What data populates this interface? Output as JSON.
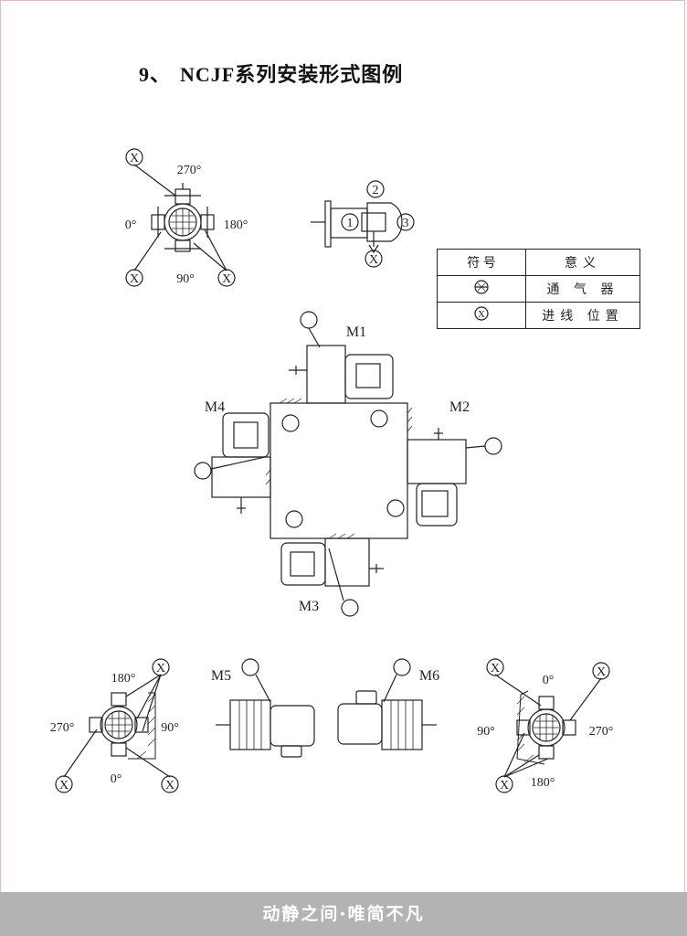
{
  "title": {
    "number": "9、",
    "text": "NCJF系列安装形式图例"
  },
  "legend": {
    "header": [
      "符 号",
      "意义"
    ],
    "rows": [
      {
        "symbol_icon": "vent-symbol-icon",
        "meaning": "通 气 器"
      },
      {
        "symbol_icon": "x-circle-icon",
        "meaning": "进线 位置"
      }
    ]
  },
  "top_left_diagram": {
    "angles": {
      "top": "270°",
      "left": "0°",
      "right": "180°",
      "bottom": "90°"
    },
    "marker": "X"
  },
  "side_view": {
    "markers": [
      "1",
      "2",
      "3"
    ],
    "marker_x": "X"
  },
  "mount_labels": {
    "m1": "M1",
    "m2": "M2",
    "m3": "M3",
    "m4": "M4",
    "m5": "M5",
    "m6": "M6"
  },
  "bottom_left_diagram": {
    "angles": {
      "top": "180°",
      "left": "270°",
      "right": "90°",
      "bottom": "0°"
    }
  },
  "bottom_right_diagram": {
    "angles": {
      "top": "0°",
      "left": "90°",
      "right": "270°",
      "bottom": "180°"
    }
  },
  "footer": {
    "slogan": "动静之间·唯简不凡"
  },
  "colors": {
    "footer_bg": "#b3b3b3",
    "border": "#e6b8b8",
    "line": "#222222"
  }
}
